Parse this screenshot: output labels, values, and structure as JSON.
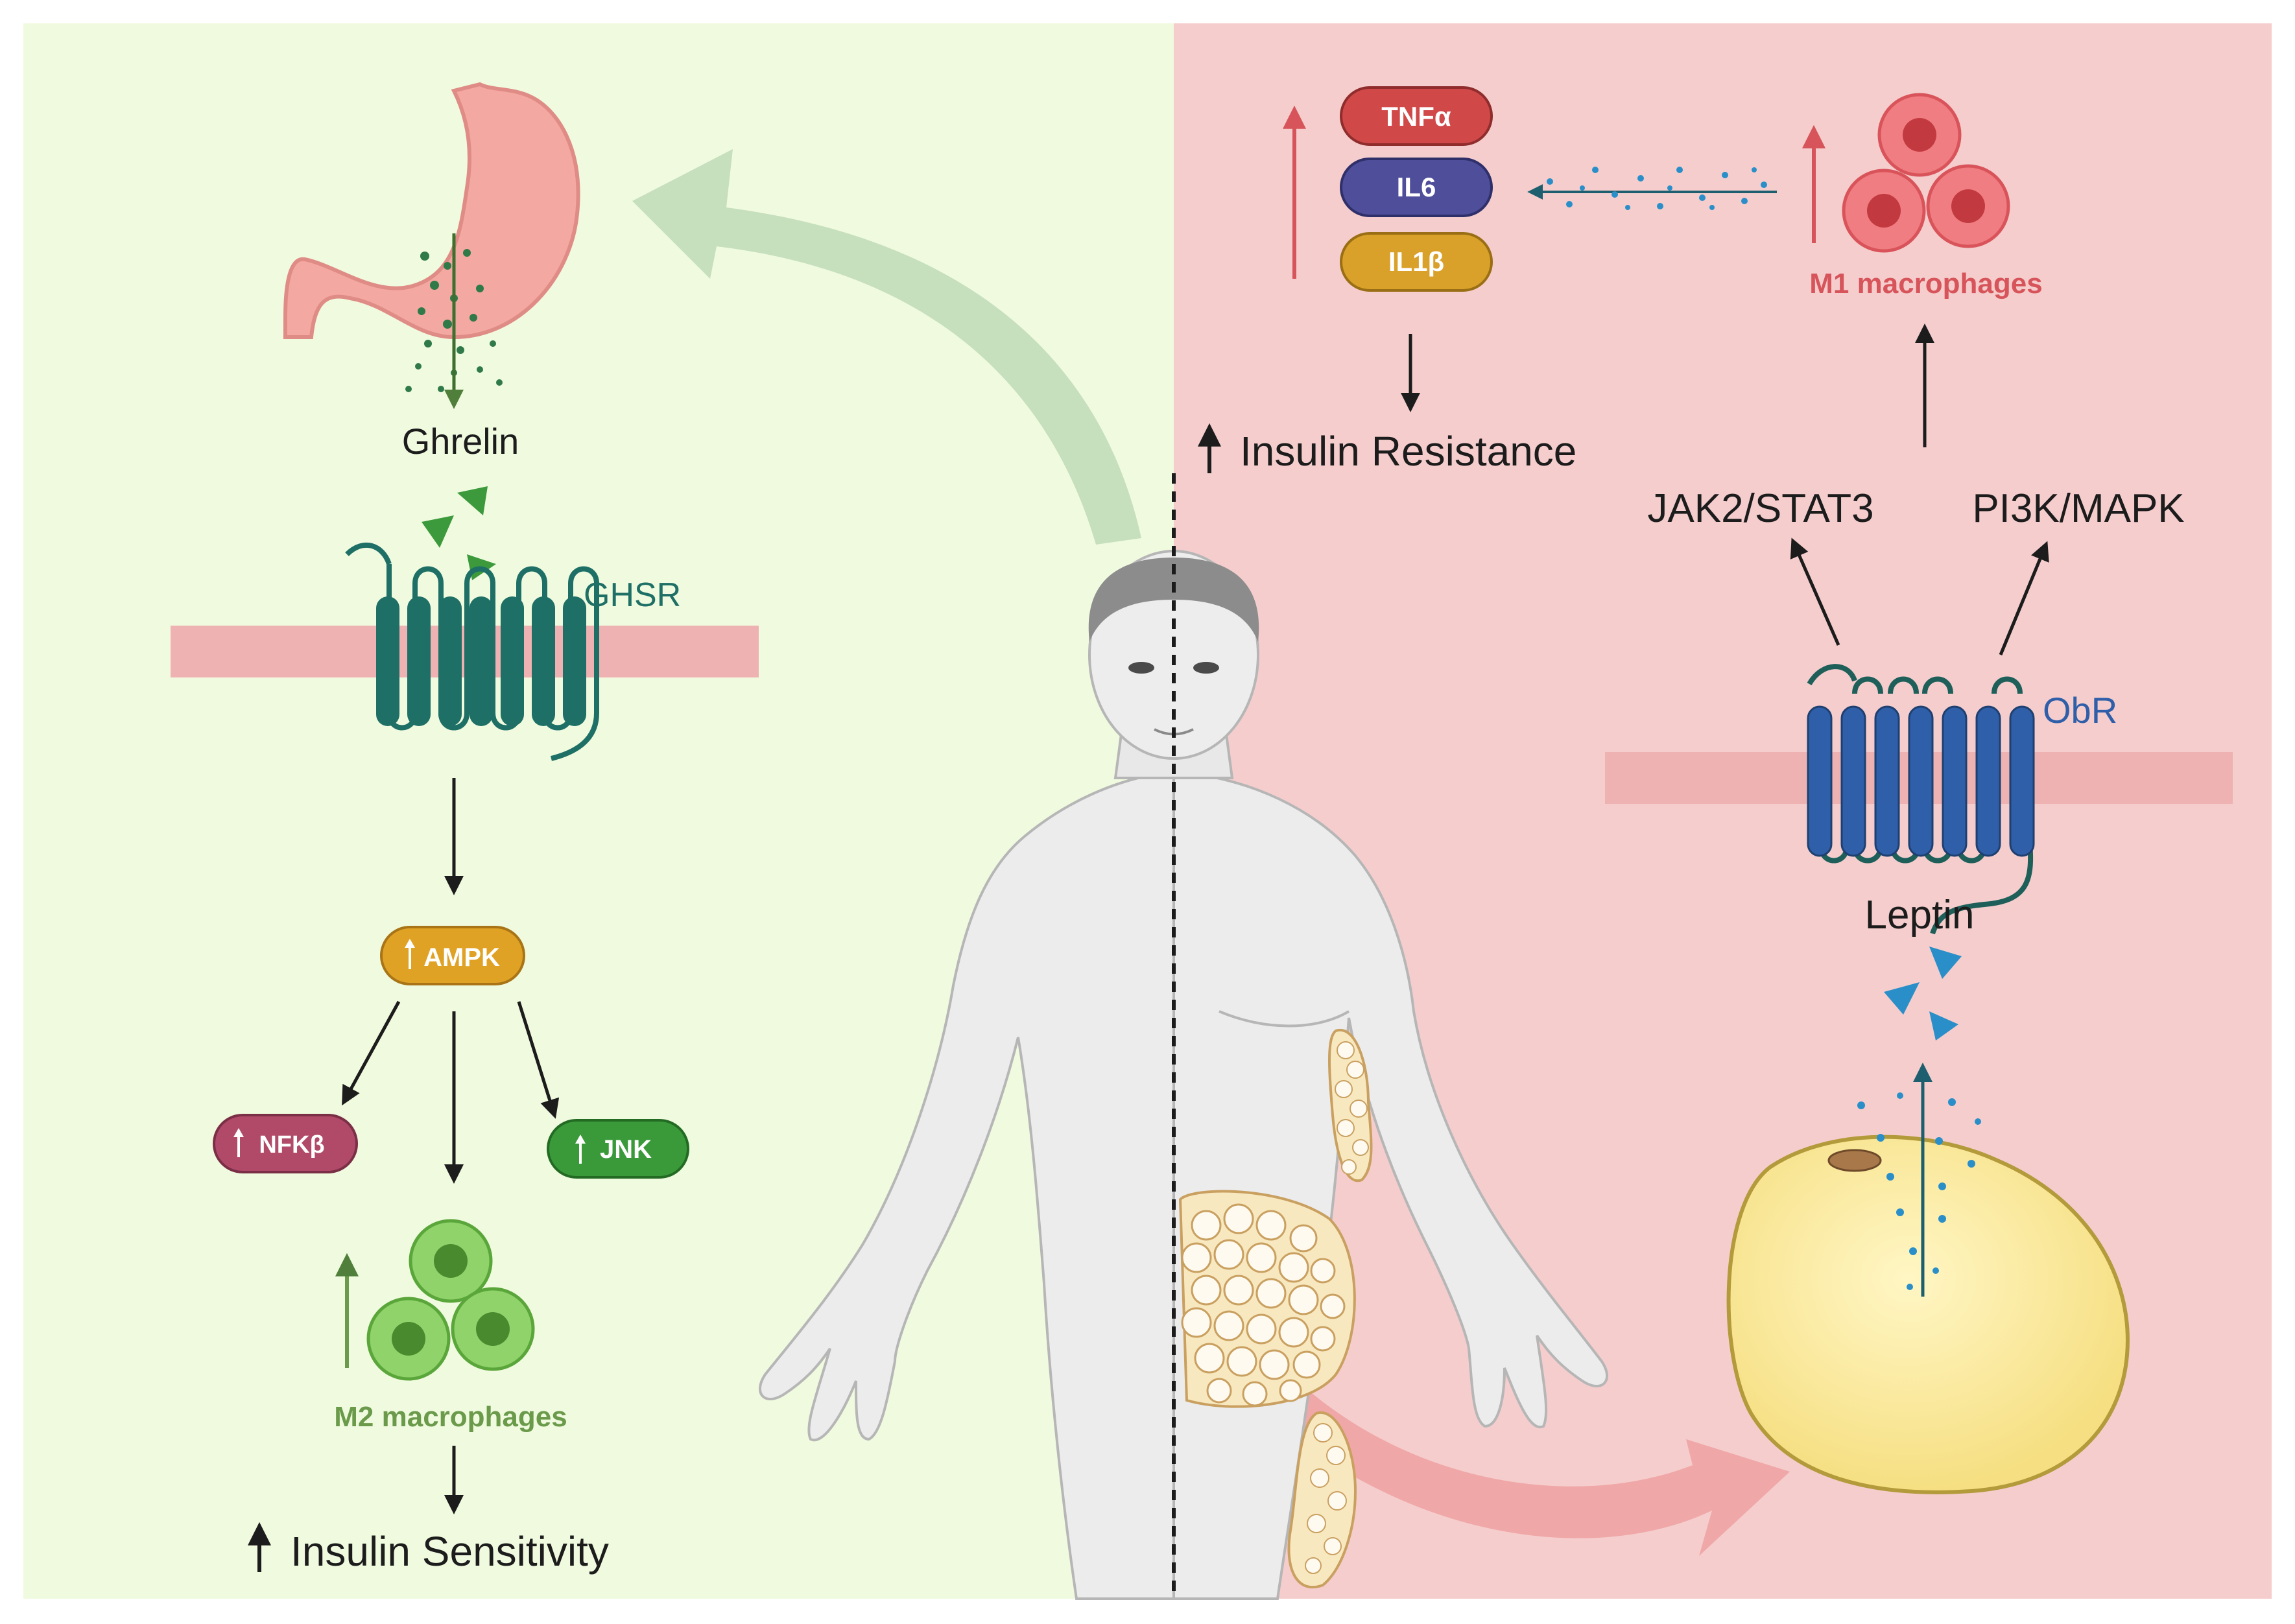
{
  "left_panel": {
    "hormone_label": "Ghrelin",
    "receptor_label": "GHSR",
    "ampk_label": "AMPK",
    "nfkb_label": "NFKβ",
    "jnk_label": "JNK",
    "macrophage_label": "M2 macrophages",
    "outcome_label": "Insulin Sensitivity"
  },
  "right_panel": {
    "cytokines": [
      "TNFα",
      "IL6",
      "IL1β"
    ],
    "outcome_label": "Insulin Resistance",
    "macrophage_label": "M1 macrophages",
    "pathway_left": "JAK2/STAT3",
    "pathway_right": "PI3K/MAPK",
    "receptor_label": "ObR",
    "hormone_label": "Leptin"
  },
  "colors": {
    "left_bg": "#f0fadf",
    "right_bg": "#f5cdcd",
    "membrane": "#efb2b2",
    "ghsr": "#1e6f66",
    "obr": "#2f5fa9",
    "ampk": "#e0a225",
    "nfkb": "#b04a68",
    "jnk": "#3a9a3a",
    "tnf": "#d14848",
    "il6": "#4e4e9a",
    "il1b": "#d9a12a",
    "m2_text": "#6a9a4a",
    "m1_text": "#d6545a"
  }
}
